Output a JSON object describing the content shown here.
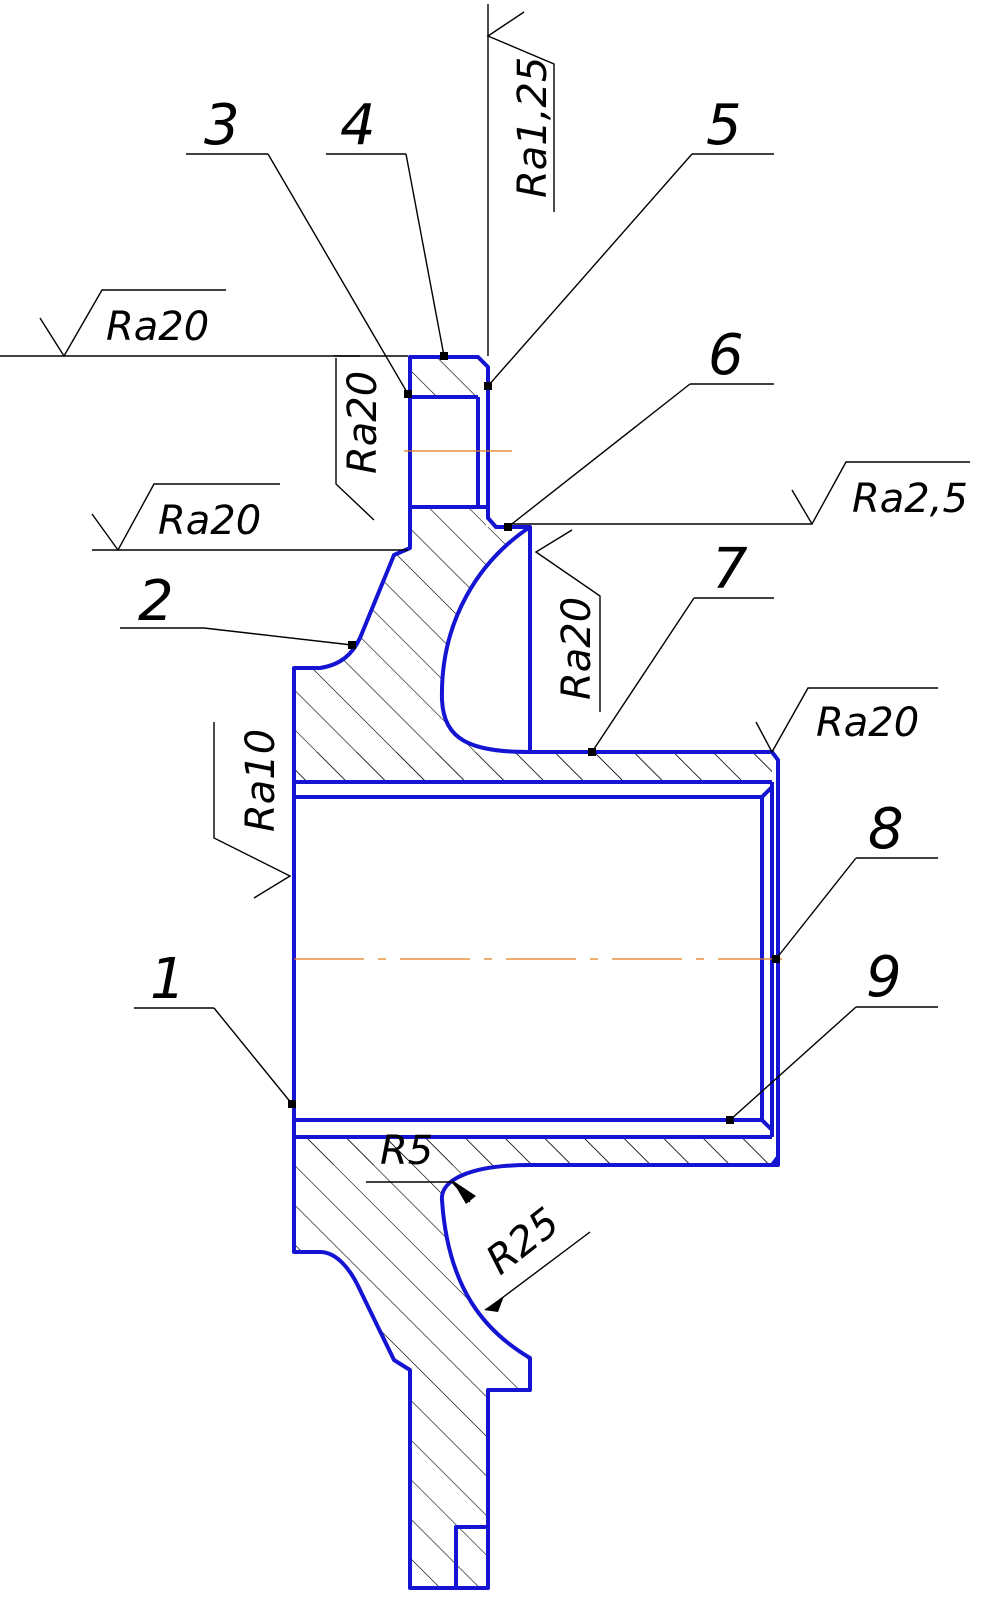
{
  "colors": {
    "contour": "#1414d2",
    "leader": "#000000",
    "axis": "#e07a1f",
    "hatch": "#000000"
  },
  "callouts": [
    "1",
    "2",
    "3",
    "4",
    "5",
    "6",
    "7",
    "8",
    "9"
  ],
  "roughness": {
    "top_left": "Ra20",
    "flange_face": "Ra20",
    "mid_left": "Ra20",
    "shank_top": "Ra1,25",
    "right_top": "Ra2,5",
    "cavity_side": "Ra20",
    "bore_left": "Ra10",
    "tube_end": "Ra20"
  },
  "radii": {
    "small": "R5",
    "large": "R25"
  }
}
